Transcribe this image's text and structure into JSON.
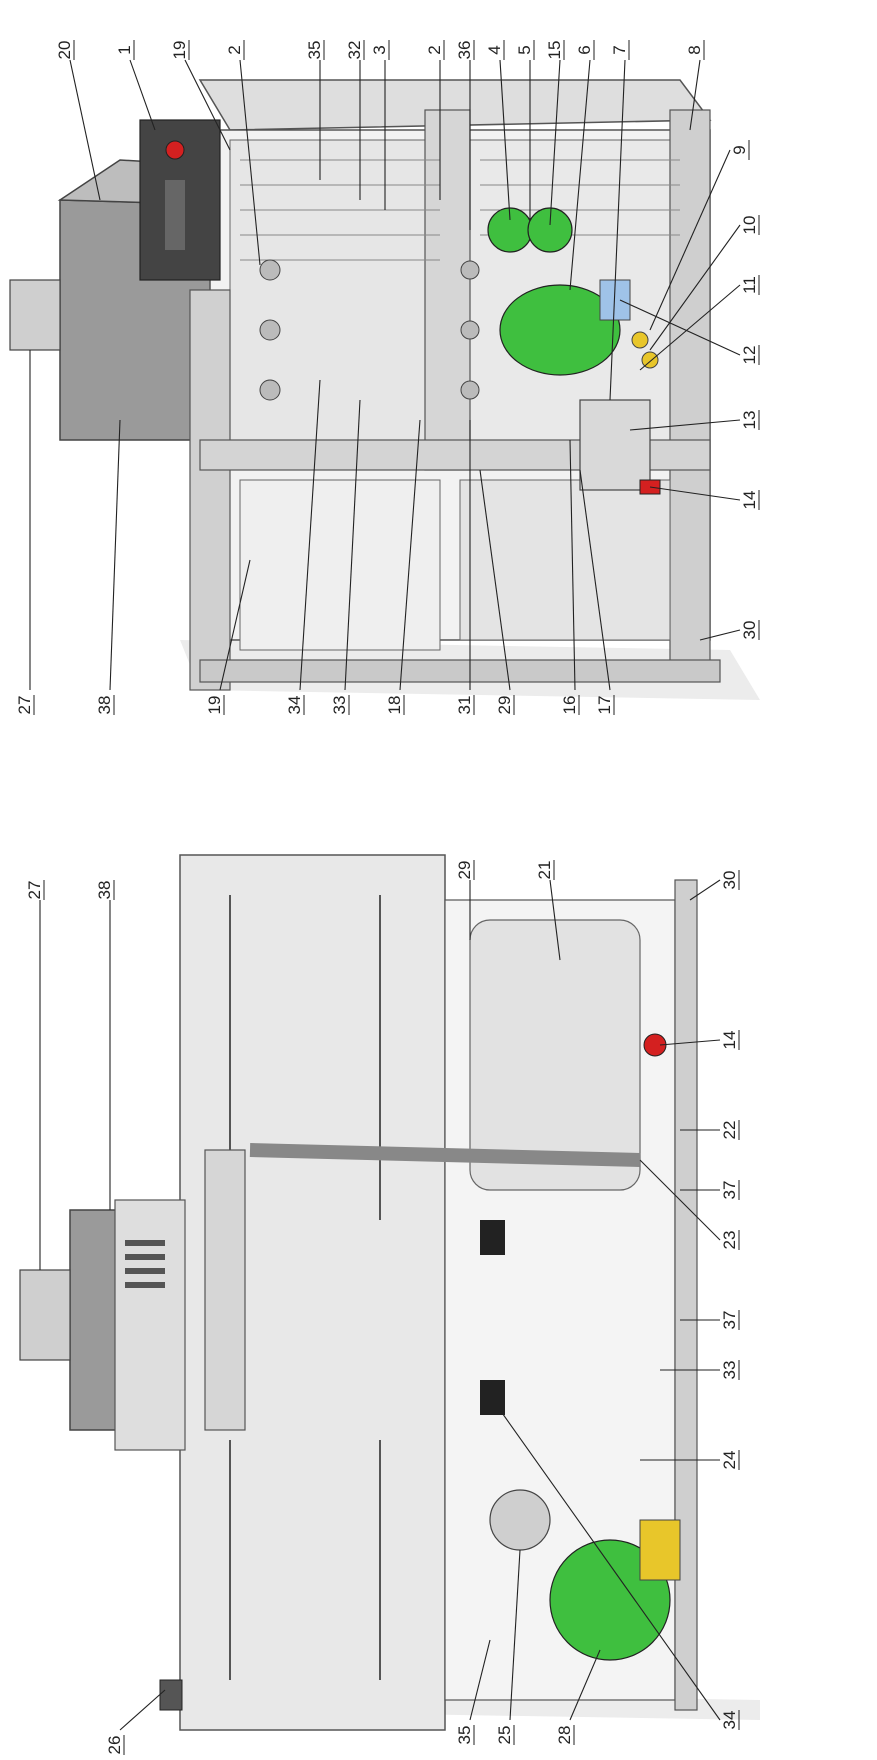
{
  "top_view": {
    "labels": [
      "1",
      "19",
      "2",
      "35",
      "32",
      "3",
      "2",
      "36",
      "4",
      "5",
      "15",
      "6",
      "7",
      "8",
      "9",
      "10",
      "11",
      "12",
      "13",
      "14",
      "30",
      "17",
      "16",
      "29",
      "31",
      "18",
      "33",
      "34",
      "19",
      "38",
      "27",
      "20"
    ]
  },
  "bottom_view": {
    "labels": [
      "26",
      "35",
      "25",
      "28",
      "34",
      "24",
      "37",
      "33",
      "23",
      "37",
      "22",
      "14",
      "21",
      "29",
      "30",
      "38",
      "27"
    ]
  },
  "colors": {
    "frame": "#d9d9d9",
    "frame_edge": "#555555",
    "green_part": "#3fbf3f",
    "red_part": "#d42020",
    "yellow_part": "#e8c62a",
    "blue_part": "#9fc3e8"
  }
}
